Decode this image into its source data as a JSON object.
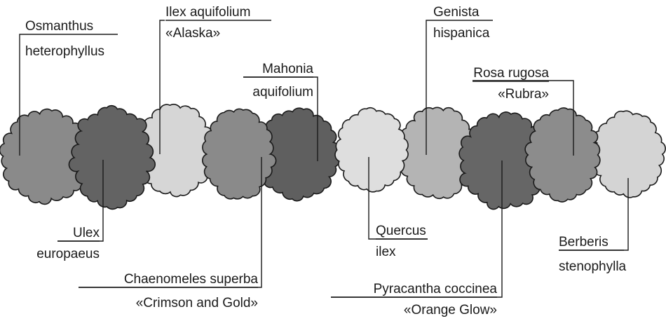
{
  "diagram": {
    "plants": [
      {
        "id": "osmanthus",
        "line1": "Osmanthus",
        "line2": "heterophyllus",
        "shade": "#8a8a8a"
      },
      {
        "id": "ulex",
        "line1": "Ulex",
        "line2": "europaeus",
        "shade": "#636363"
      },
      {
        "id": "ilex-aqui",
        "line1": "Ilex aquifolium",
        "line2": "«Alaska»",
        "shade": "#d6d6d6"
      },
      {
        "id": "chaenomeles",
        "line1": "Chaenomeles superba",
        "line2": "«Crimson and Gold»",
        "shade": "#8a8a8a"
      },
      {
        "id": "mahonia",
        "line1": "Mahonia",
        "line2": "aquifolium",
        "shade": "#5f5f5f"
      },
      {
        "id": "quercus",
        "line1": "Quercus",
        "line2": "ilex",
        "shade": "#dedede"
      },
      {
        "id": "genista",
        "line1": "Genista",
        "line2": "hispanica",
        "shade": "#b4b4b4"
      },
      {
        "id": "pyracantha",
        "line1": "Pyracantha coccinea",
        "line2": "«Orange Glow»",
        "shade": "#666666"
      },
      {
        "id": "rosa",
        "line1": "Rosa rugosa",
        "line2": "«Rubra»",
        "shade": "#8c8c8c"
      },
      {
        "id": "berberis",
        "line1": "Berberis",
        "line2": "stenophylla",
        "shade": "#d4d4d4"
      }
    ]
  }
}
